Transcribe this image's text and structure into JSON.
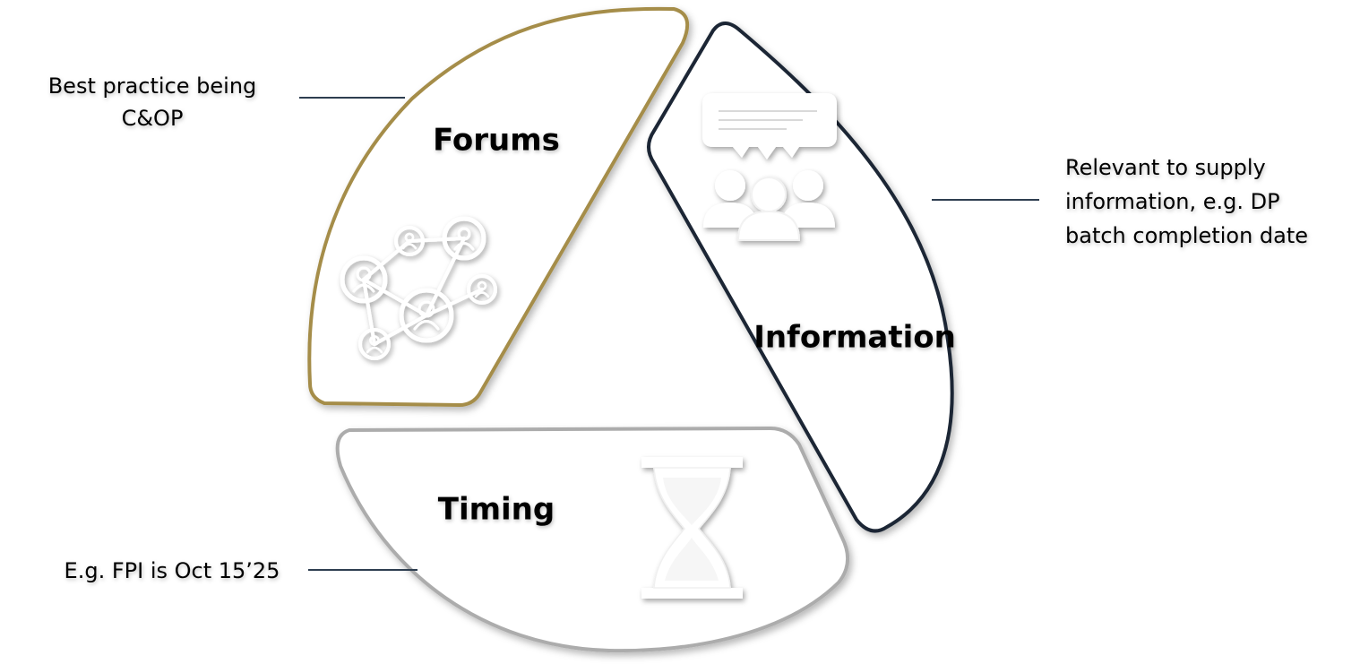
{
  "diagram": {
    "segments": {
      "forums": {
        "title": "Forums",
        "icon": "network-people-icon",
        "color": "#A58D4A"
      },
      "information": {
        "title": "Information",
        "icon": "speech-bubble-group-icon",
        "color": "#1B2735"
      },
      "timing": {
        "title": "Timing",
        "icon": "hourglass-icon",
        "color": "#ACACAC"
      }
    },
    "annotations": {
      "forums": {
        "lines": [
          "Best practice being",
          "C&OP"
        ]
      },
      "information": {
        "lines": [
          "Relevant to supply",
          "information, e.g. DP",
          "batch completion date"
        ]
      },
      "timing": {
        "lines": [
          "E.g. FPI is Oct 15’25"
        ]
      }
    },
    "connector_color": "#2E3E50"
  }
}
